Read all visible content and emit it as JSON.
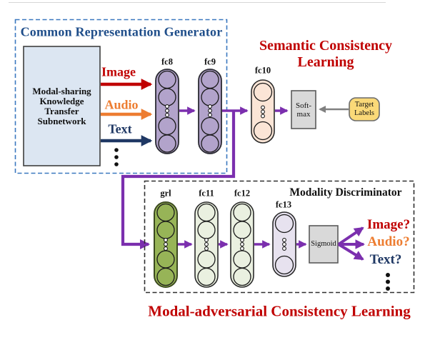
{
  "colors": {
    "image_red": "#c00000",
    "audio_orange": "#ed7d31",
    "text_navy": "#1f3864",
    "arrow_purple": "#7b2fae",
    "generator_border_blue": "#3a78bf",
    "generator_title_blue": "#1f4e8a",
    "heading_red": "#c00000",
    "fc_layer_purple": "#b2a3cb",
    "fc10_peach": "#fbe5d6",
    "grl_green": "#97b457",
    "fc_pale_green": "#eaf0e0",
    "fc13_lavender": "#e7e2ef",
    "process_box_gray": "#d9d9d9",
    "target_labels_yellow": "#fad978",
    "target_link_gray": "#808080"
  },
  "generator": {
    "title": "Common Representation Generator",
    "subnetwork_lines": [
      "Modal-sharing",
      "Knowledge",
      "Transfer",
      "Subnetwork"
    ],
    "inputs": [
      {
        "label": "Image"
      },
      {
        "label": "Audio"
      },
      {
        "label": "Text"
      }
    ],
    "layers": [
      {
        "name": "fc8"
      },
      {
        "name": "fc9"
      }
    ]
  },
  "semantic": {
    "heading": "Semantic Consistency Learning",
    "layer": "fc10",
    "softmax_lines": [
      "Soft-",
      "max"
    ],
    "target_lines": [
      "Target",
      "Labels"
    ]
  },
  "discriminator": {
    "title": "Modality Discriminator",
    "layers": [
      {
        "name": "grl"
      },
      {
        "name": "fc11"
      },
      {
        "name": "fc12"
      },
      {
        "name": "fc13"
      }
    ],
    "sigmoid": "Sigmoid",
    "outputs": [
      {
        "label": "Image?"
      },
      {
        "label": "Audio?"
      },
      {
        "label": "Text?"
      }
    ]
  },
  "footer": {
    "heading": "Modal-adversarial Consistency Learning"
  }
}
